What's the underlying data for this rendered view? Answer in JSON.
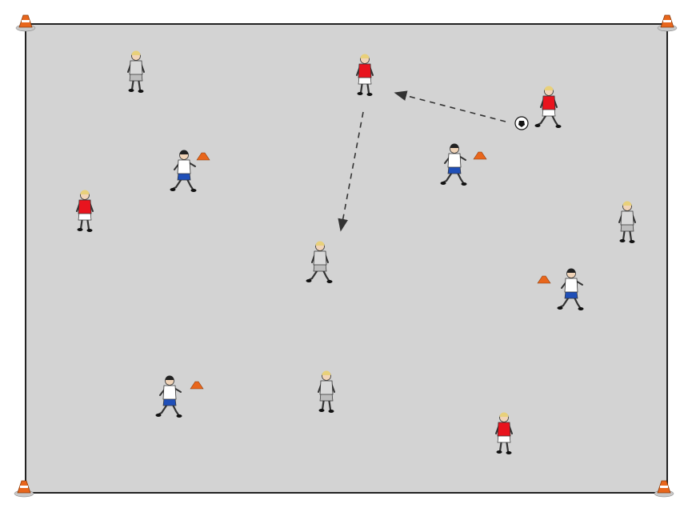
{
  "diagram": {
    "field_color": "#d3d3d3",
    "border_color": "#222222",
    "cone_color": "#e8661c",
    "teams": {
      "red": {
        "shirt": "#e8141e",
        "shorts": "#ffffff"
      },
      "grey": {
        "shirt": "#d9d9d9",
        "shorts": "#bdbdbd"
      },
      "white_blue": {
        "shirt": "#ffffff",
        "shorts": "#1f4fb8"
      }
    },
    "corner_cones": [
      "top-left",
      "top-right",
      "bottom-left",
      "bottom-right"
    ],
    "players": [
      {
        "team": "grey",
        "pose": "stand"
      },
      {
        "team": "red",
        "pose": "stand"
      },
      {
        "team": "red",
        "pose": "dribble"
      },
      {
        "team": "white_blue",
        "pose": "carry-cone"
      },
      {
        "team": "white_blue",
        "pose": "carry-cone"
      },
      {
        "team": "red",
        "pose": "stand"
      },
      {
        "team": "grey",
        "pose": "stand"
      },
      {
        "team": "grey",
        "pose": "run"
      },
      {
        "team": "white_blue",
        "pose": "carry-cone"
      },
      {
        "team": "white_blue",
        "pose": "carry-cone"
      },
      {
        "team": "grey",
        "pose": "stand"
      },
      {
        "team": "red",
        "pose": "stand"
      }
    ],
    "arrows": [
      {
        "from_player": 2,
        "to_player": 1,
        "style": "dashed"
      },
      {
        "from_player": 1,
        "to_player": 7,
        "style": "dashed"
      }
    ]
  }
}
